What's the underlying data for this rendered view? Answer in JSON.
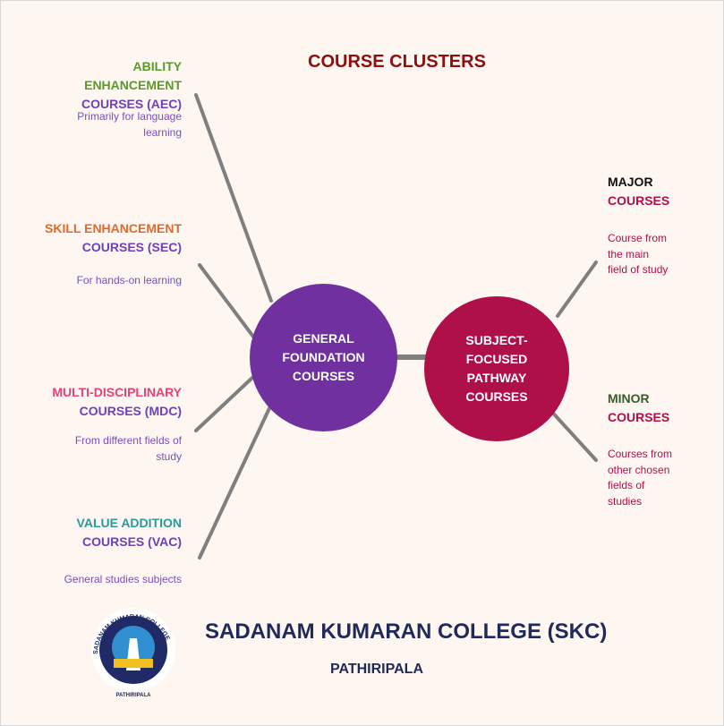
{
  "title": "COURSE CLUSTERS",
  "center_left": {
    "label_lines": [
      "GENERAL",
      "FOUNDATION",
      "COURSES"
    ],
    "color": "#7030a0"
  },
  "center_right": {
    "label_lines": [
      "SUBJECT-",
      "FOCUSED",
      "PATHWAY",
      "COURSES"
    ],
    "color": "#b0104a"
  },
  "left_branches": [
    {
      "title_lines": [
        "ABILITY",
        "ENHANCEMENT"
      ],
      "title_color": "#5a9a2a",
      "courses": "COURSES (AEC)",
      "desc_lines": [
        "Primarily for language",
        "learning"
      ]
    },
    {
      "title_lines": [
        "SKILL ENHANCEMENT"
      ],
      "title_color": "#e06a2a",
      "courses": "COURSES (SEC)",
      "desc_lines": [
        "For hands-on learning"
      ]
    },
    {
      "title_lines": [
        "MULTI-DISCIPLINARY"
      ],
      "title_color": "#e8407a",
      "courses": "COURSES (MDC)",
      "desc_lines": [
        "From different fields of",
        "study"
      ]
    },
    {
      "title_lines": [
        "VALUE ADDITION"
      ],
      "title_color": "#2a9a9a",
      "courses": "COURSES (VAC)",
      "desc_lines": [
        "General studies subjects"
      ]
    }
  ],
  "right_branches": [
    {
      "title": "MAJOR",
      "courses": "COURSES",
      "desc_lines": [
        "Course from",
        "the main",
        "field of study"
      ]
    },
    {
      "title": "MINOR",
      "courses": "COURSES",
      "desc_lines": [
        "Courses from",
        "other chosen",
        "fields of",
        "studies"
      ]
    }
  ],
  "college": {
    "name": "SADANAM KUMARAN COLLEGE (SKC)",
    "place": "PATHIRIPALA",
    "logo_text": "SADANAM KUMARAN COLLEGE PATHIRIPALA"
  }
}
